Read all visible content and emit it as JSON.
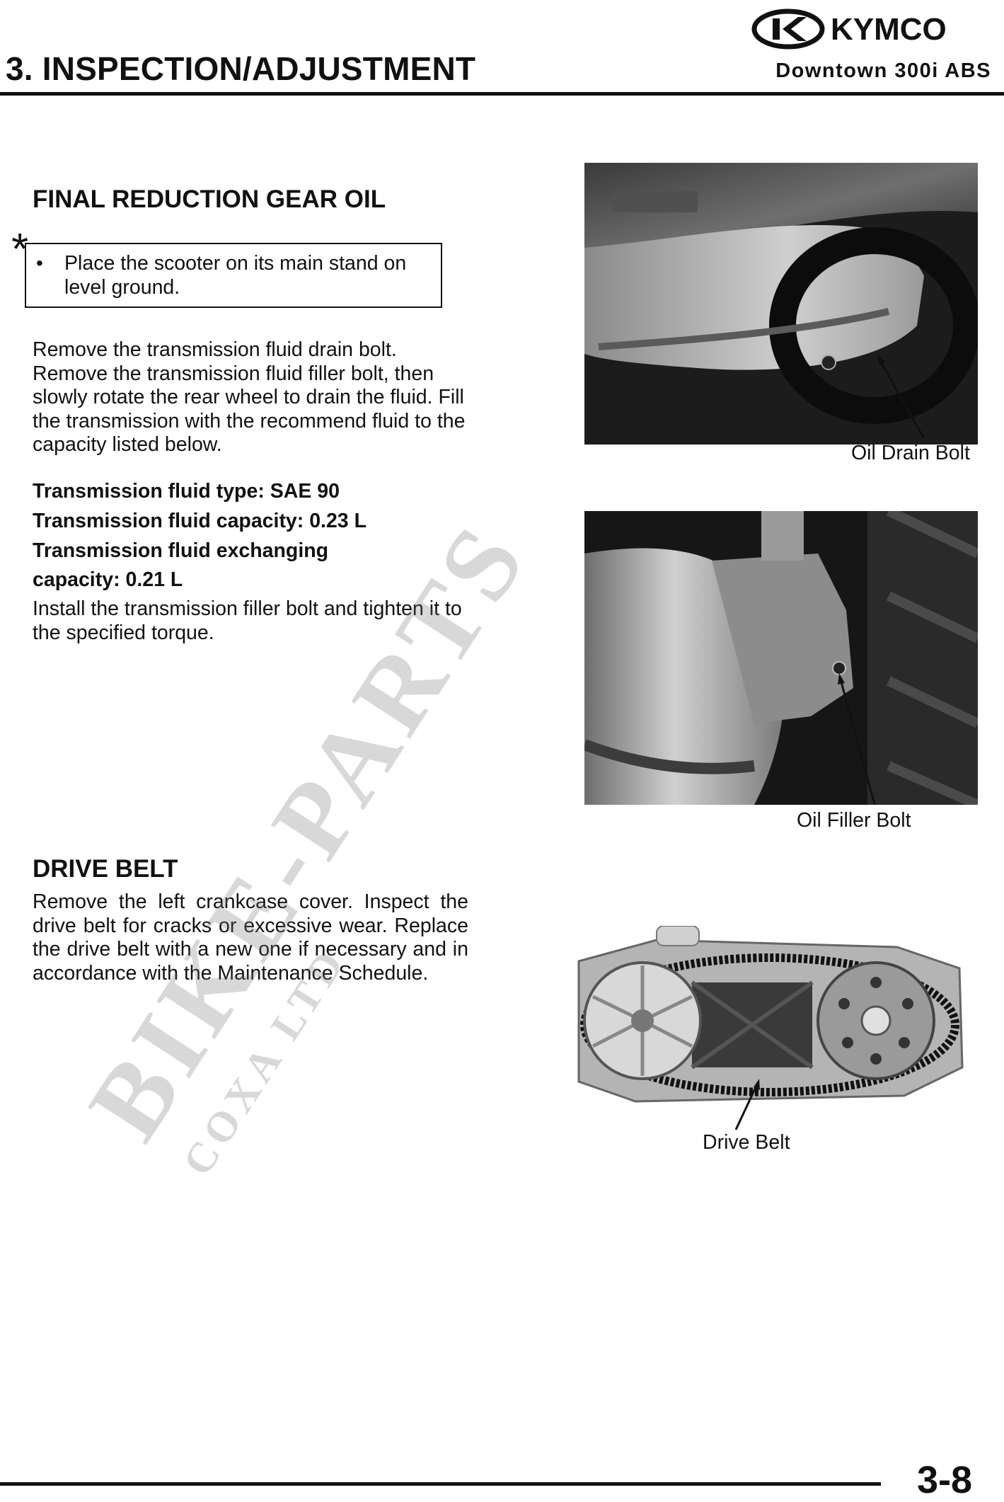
{
  "header": {
    "logo_text": "KYMCO",
    "page_title": "3. INSPECTION/ADJUSTMENT",
    "model": "Downtown 300i ABS"
  },
  "section_final": {
    "heading": "FINAL REDUCTION GEAR OIL",
    "note_marker": "*",
    "note_bullet": "•",
    "note_text": "Place the scooter on its main stand on level ground.",
    "para1": "Remove the transmission fluid drain bolt. Remove the transmission fluid filler bolt, then slowly rotate the rear wheel to drain the fluid. Fill the transmission with the recommend fluid to the capacity listed below.",
    "spec_type": "Transmission fluid type:    SAE 90",
    "spec_capacity": "Transmission fluid capacity: 0.23 L",
    "spec_exchange_line1": "Transmission fluid exchanging",
    "spec_exchange_line2": "capacity: 0.21 L",
    "para2": "Install the transmission filler bolt and tighten it to the specified torque."
  },
  "figures": {
    "drain_caption": "Oil Drain Bolt",
    "filler_caption": "Oil Filler Bolt",
    "belt_caption": "Drive Belt"
  },
  "section_belt": {
    "heading": "DRIVE BELT",
    "para": "Remove the left crankcase cover. Inspect the drive belt for cracks or excessive wear. Replace the drive belt with a new one if necessary and in accordance with the Maintenance Schedule."
  },
  "watermark": {
    "main": "BIKE-PARTS",
    "sub": "COXA LTD"
  },
  "footer": {
    "page_number": "3-8"
  }
}
